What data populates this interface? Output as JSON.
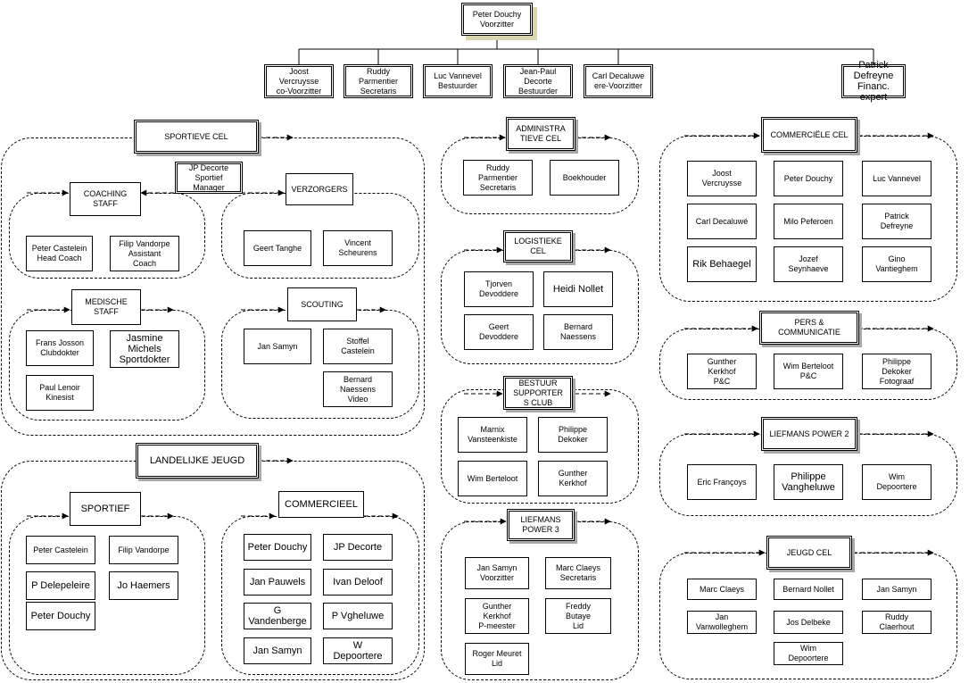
{
  "board": {
    "president": "Peter Douchy\nVoorzitter",
    "members": [
      "Joost\nVercruysse\nco-Voorzitter",
      "Ruddy\nParmentier\nSecretaris",
      "Luc Vannevel\nBestuurder",
      "Jean-Paul\nDecorte\nBestuurder",
      "Carl Decaluwe\nere-Voorzitter"
    ],
    "finance": "Patrick Defreyne\nFinanc. expert"
  },
  "sportieve_cel": {
    "title": "SPORTIEVE CEL",
    "manager": "JP Decorte\nSportief\nManager",
    "coaching": {
      "title": "COACHING\nSTAFF",
      "members": [
        "Peter Castelein\nHead Coach",
        "Filip Vandorpe\nAssistant\nCoach"
      ]
    },
    "verzorgers": {
      "title": "VERZORGERS",
      "members": [
        "Geert Tanghe",
        "Vincent\nScheurens"
      ]
    },
    "medische": {
      "title": "MEDISCHE\nSTAFF",
      "members": [
        "Frans Josson\nClubdokter",
        "Jasmine\nMichels\nSportdokter",
        "Paul Lenoir\nKinesist"
      ]
    },
    "scouting": {
      "title": "SCOUTING",
      "members": [
        "Jan Samyn",
        "Stoffel\nCastelein",
        "Bernard\nNaessens\nVideo"
      ]
    }
  },
  "landelijke_jeugd": {
    "title": "LANDELIJKE JEUGD",
    "sportief": {
      "title": "SPORTIEF",
      "members": [
        "Peter Castelein",
        "Filip Vandorpe",
        "P Delepeleire",
        "Jo Haemers",
        "Peter Douchy"
      ]
    },
    "commercieel": {
      "title": "COMMERCIEEL",
      "members": [
        "Peter Douchy",
        "JP Decorte",
        "Jan Pauwels",
        "Ivan Deloof",
        "G\nVandenberge",
        "P Vgheluwe",
        "Jan Samyn",
        "W\nDepoortere"
      ]
    }
  },
  "administratieve_cel": {
    "title": "ADMINISTRA\nTIEVE CEL",
    "members": [
      "Ruddy\nParmentier\nSecretaris",
      "Boekhouder"
    ]
  },
  "logistieke_cel": {
    "title": "LOGISTIEKE\nCEL",
    "members": [
      "Tjorven\nDevoddere",
      "Heidi Nollet",
      "Geert\nDevoddere",
      "Bernard\nNaessens"
    ]
  },
  "supporters_club": {
    "title": "BESTUUR\nSUPPORTER\nS CLUB",
    "members": [
      "Marnix\nVansteenkiste",
      "Philippe\nDekoker",
      "Wim Berteloot",
      "Gunther\nKerkhof"
    ]
  },
  "liefmans_power_3": {
    "title": "LIEFMANS\nPOWER 3",
    "members": [
      "Jan Samyn\nVoorzitter",
      "Marc Claeys\nSecretaris",
      "Gunther\nKerkhof\nP-meester",
      "Freddy\nButaye\nLid",
      "Roger Meuret\nLid"
    ]
  },
  "commerciele_cel": {
    "title": "COMMERCIËLE CEL",
    "members": [
      "Joost\nVercruysse",
      "Peter Douchy",
      "Luc Vannevel",
      "Carl Decaluwé",
      "Milo Peferoen",
      "Patrick\nDefreyne",
      "Rik Behaegel",
      "Jozef\nSeynhaeve",
      "Gino\nVantieghem"
    ]
  },
  "pers": {
    "title": "PERS &\nCOMMUNICATIE",
    "members": [
      "Gunther\nKerkhof\nP&C",
      "Wim Berteloot\nP&C",
      "Philippe\nDekoker\nFotograaf"
    ]
  },
  "liefmans_power_2": {
    "title": "LIEFMANS POWER 2",
    "members": [
      "Eric Françoys",
      "Philippe\nVangheluwe",
      "Wim\nDepoortere"
    ]
  },
  "jeugd_cel": {
    "title": "JEUGD CEL",
    "members": [
      "Marc Claeys",
      "Bernard Nollet",
      "Jan Samyn",
      "Jan\nVanwolleghem",
      "Jos Delbeke",
      "Ruddy\nClaerhout",
      "Wim\nDepoortere"
    ]
  }
}
